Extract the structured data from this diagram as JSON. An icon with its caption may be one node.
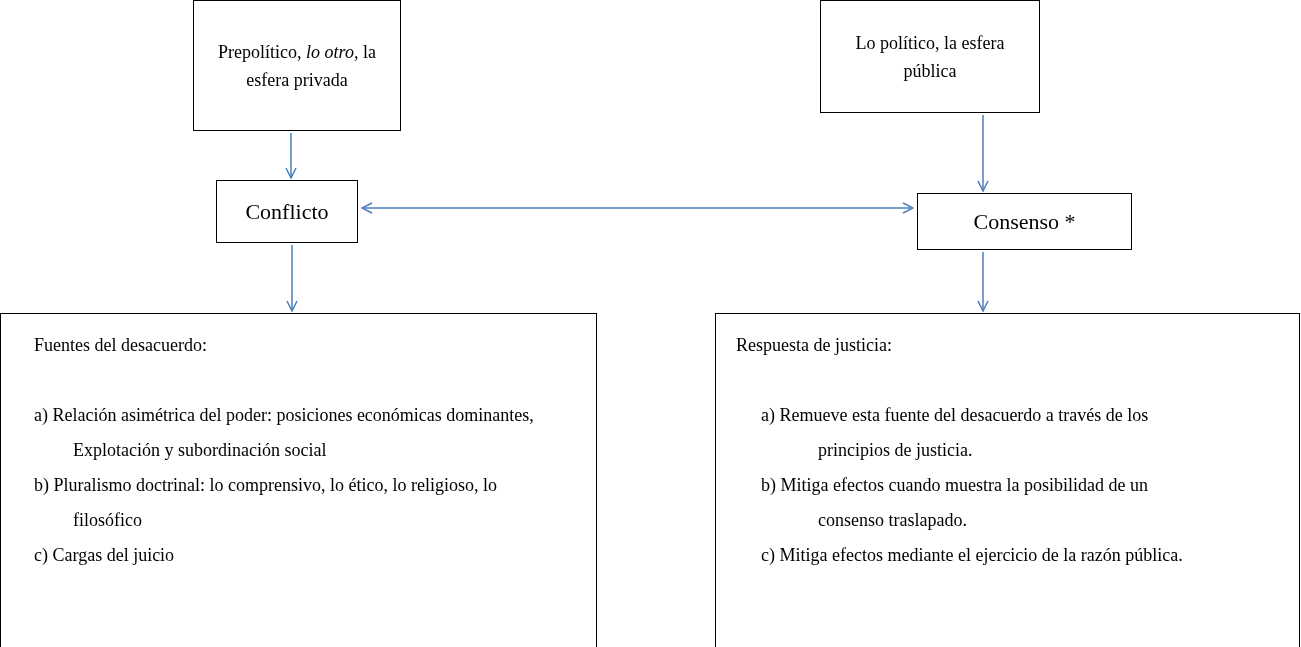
{
  "diagram": {
    "nodes": [
      {
        "text": [
          "Prepolítico, *lo otro,* la esfera privada"
        ]
      },
      {
        "text": [
          "Lo político, la esfera pública"
        ]
      },
      {
        "text": [
          "Conflicto"
        ]
      },
      {
        "text": [
          "Consenso *"
        ]
      },
      {
        "text": [
          "Fuentes del desacuerdo:",
          "a) Relación asimétrica del poder: posiciones económicas dominantes, Explotación y subordinación social",
          "b) Pluralismo doctrinal: lo comprensivo, lo ético, lo religioso, lo filosófico",
          "c) Cargas del juicio"
        ]
      },
      {
        "text": [
          "Respuesta de justicia:",
          "a) Remueve esta fuente del desacuerdo a través de los principios de justicia.",
          "b) Mitiga efectos cuando muestra la posibilidad de un consenso traslapado.",
          "c) Mitiga efectos mediante el ejercicio de la razón pública."
        ]
      }
    ],
    "edges": [
      {
        "from": 0,
        "to": 2,
        "arrow": "to"
      },
      {
        "from": 1,
        "to": 3,
        "arrow": "to"
      },
      {
        "from": 2,
        "to": 3,
        "arrow": "both"
      },
      {
        "from": 2,
        "to": 4,
        "arrow": "to"
      },
      {
        "from": 3,
        "to": 5,
        "arrow": "to"
      }
    ]
  }
}
